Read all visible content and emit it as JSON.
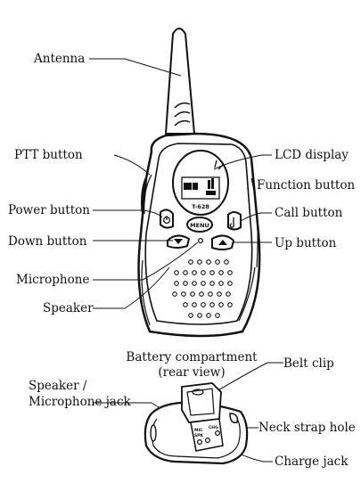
{
  "labels": {
    "antenna": "Antenna",
    "ptt_button": "PTT button",
    "lcd_display": "LCD display",
    "function_button": "Function button",
    "power_button": "Power button",
    "call_button": "Call button",
    "down_button": "Down button",
    "up_button": "Up button",
    "microphone": "Microphone",
    "speaker": "Speaker",
    "battery_compartment": "Battery compartment",
    "rear_view": "(rear view)",
    "belt_clip": "Belt clip",
    "speaker_jack_1": "Speaker /",
    "speaker_jack_2": "Microphone jack",
    "neck_strap_hole": "Neck strap hole",
    "charge_jack": "Charge jack"
  },
  "device": {
    "model": "T-628",
    "menu_label": "MENU",
    "jack_mic": "MIC",
    "jack_spk": "SPK",
    "jack_chg": "CHG"
  }
}
